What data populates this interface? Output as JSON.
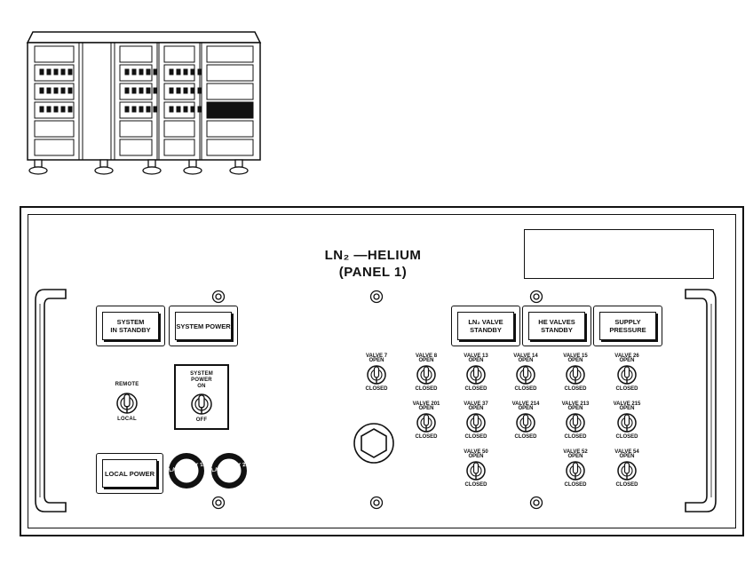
{
  "panel": {
    "title_line1": "LN₂ —HELIUM",
    "title_line2": "(PANEL 1)"
  },
  "buttons": {
    "system_standby": [
      "SYSTEM",
      "IN STANDBY"
    ],
    "system_power": "SYSTEM POWER",
    "local_power": "LOCAL POWER",
    "ln2_valve_standby": [
      "LN₂ VALVE",
      "STANDBY"
    ],
    "he_valves_standby": [
      "HE VALVES",
      "STANDBY"
    ],
    "supply_pressure": [
      "SUPPLY",
      "PRESSURE"
    ]
  },
  "switches": {
    "remote_local": {
      "top": "REMOTE",
      "bottom": "LOCAL"
    },
    "system_power": {
      "top": [
        "SYSTEM",
        "POWER",
        "ON"
      ],
      "bottom": "OFF"
    }
  },
  "lamps": {
    "lamp1": "LAMP TEST 1",
    "lamp2": "LAMP TEST 2"
  },
  "valves": [
    {
      "name": "VALVE 7",
      "open": "OPEN",
      "closed": "CLOSED"
    },
    {
      "name": "VALVE 8",
      "open": "OPEN",
      "closed": "CLOSED"
    },
    {
      "name": "VALVE 201",
      "open": "OPEN",
      "closed": "CLOSED"
    },
    {
      "name": "VALVE 13",
      "open": "OPEN",
      "closed": "CLOSED"
    },
    {
      "name": "VALVE 37",
      "open": "OPEN",
      "closed": "CLOSED"
    },
    {
      "name": "VALVE 50",
      "open": "OPEN",
      "closed": "CLOSED"
    },
    {
      "name": "VALVE 14",
      "open": "OPEN",
      "closed": "CLOSED"
    },
    {
      "name": "VALVE 214",
      "open": "OPEN",
      "closed": "CLOSED"
    },
    {
      "name": "VALVE 15",
      "open": "OPEN",
      "closed": "CLOSED"
    },
    {
      "name": "VALVE 213",
      "open": "OPEN",
      "closed": "CLOSED"
    },
    {
      "name": "VALVE 52",
      "open": "OPEN",
      "closed": "CLOSED"
    },
    {
      "name": "VALVE 26",
      "open": "OPEN",
      "closed": "CLOSED"
    },
    {
      "name": "VALVE 215",
      "open": "OPEN",
      "closed": "CLOSED"
    },
    {
      "name": "VALVE 54",
      "open": "OPEN",
      "closed": "CLOSED"
    }
  ]
}
